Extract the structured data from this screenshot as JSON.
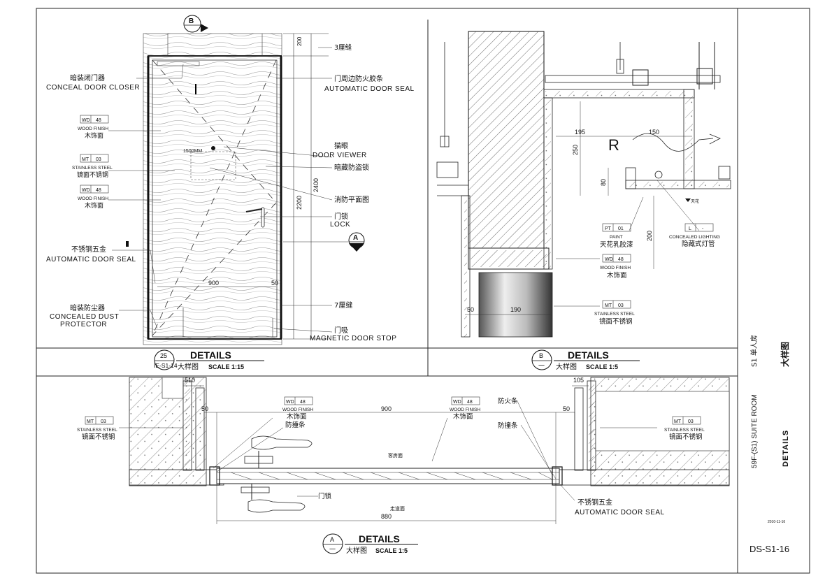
{
  "drawing_no": "DS-S1-16",
  "title_block": {
    "project": "S1 单人房",
    "sheet_cn": "大样图",
    "room": "59F-(S1) SUITE ROOM",
    "sheet_en": "DETAILS",
    "date": "2010-11-16"
  },
  "detail_25": {
    "bubble_num": "25",
    "bubble_ref": "IE-S1-14",
    "title": "DETAILS",
    "sub_cn": "大样图",
    "scale": "SCALE 1:15",
    "section_b": "B",
    "section_a": "A",
    "mark_label": "1500MM",
    "dims": {
      "top": "200",
      "height": "2400",
      "door_h": "2200",
      "width": "900",
      "side": "50"
    },
    "labels": [
      {
        "cn": "暗装闭门器",
        "en": "CONCEAL DOOR CLOSER"
      },
      {
        "cn": "门周边防火胶条",
        "en": "AUTOMATIC DOOR SEAL"
      },
      {
        "cn": "3厘缝",
        "en": ""
      },
      {
        "cn": "猫眼",
        "en": "DOOR VIEWER"
      },
      {
        "cn": "暗藏防盗锁",
        "en": ""
      },
      {
        "cn": "消防平面图",
        "en": ""
      },
      {
        "cn": "门锁",
        "en": "LOCK"
      },
      {
        "cn": "不锈钢五金",
        "en": "AUTOMATIC DOOR SEAL"
      },
      {
        "cn": "暗装防尘器",
        "en": "CONCEALED DUST",
        "en2": "PROTECTOR"
      },
      {
        "cn": "7厘缝",
        "en": ""
      },
      {
        "cn": "门吸",
        "en": "MAGNETIC DOOR STOP"
      }
    ],
    "tags": [
      {
        "code": "WD",
        "num": "48",
        "en": "WOOD FINISH",
        "cn": "木饰面"
      },
      {
        "code": "MT",
        "num": "03",
        "en": "STAINLESS STEEL",
        "cn": "镜面不锈钢"
      },
      {
        "code": "WD",
        "num": "48",
        "en": "WOOD FINISH",
        "cn": "木饰面"
      }
    ]
  },
  "detail_b": {
    "bubble_num": "B",
    "bubble_ref": "一",
    "title": "DETAILS",
    "sub_cn": "大样图",
    "scale": "SCALE 1:5",
    "r_label": "R",
    "ceiling_level": "天花",
    "dims": {
      "d195": "195",
      "d150": "150",
      "d250": "250",
      "d80": "80",
      "d200": "200",
      "d50": "50",
      "d190": "190"
    },
    "tags": [
      {
        "code": "PT",
        "num": "01",
        "en": "PAINT",
        "cn": "天花乳胶漆"
      },
      {
        "code": "L",
        "num": "-",
        "en": "CONCEALED LIGHTING",
        "cn": "隐藏式灯管"
      },
      {
        "code": "WD",
        "num": "48",
        "en": "WOOD FINISH",
        "cn": "木饰面"
      },
      {
        "code": "MT",
        "num": "03",
        "en": "STAINLESS STEEL",
        "cn": "镜面不锈钢"
      }
    ]
  },
  "detail_a": {
    "bubble_num": "A",
    "bubble_ref": "一",
    "title": "DETAILS",
    "sub_cn": "大样图",
    "scale": "SCALE 1:5",
    "dims": {
      "left": "510",
      "right": "105",
      "opening": "900",
      "side_l": "50",
      "side_r": "50",
      "bottom": "880"
    },
    "room_side": "客房面",
    "corridor_side": "走道面",
    "labels": [
      {
        "cn": "防撞条",
        "en": ""
      },
      {
        "cn": "防火条",
        "en": ""
      },
      {
        "cn": "防撞条",
        "en": ""
      },
      {
        "cn": "门锁",
        "en": ""
      },
      {
        "cn": "不锈钢五金",
        "en": "AUTOMATIC DOOR SEAL"
      }
    ],
    "tags": [
      {
        "code": "MT",
        "num": "03",
        "en": "STAINLESS STEEL",
        "cn": "镜面不锈钢"
      },
      {
        "code": "WD",
        "num": "48",
        "en": "WOOD FINISH",
        "cn": "木饰面"
      },
      {
        "code": "WD",
        "num": "48",
        "en": "WOOD FINISH",
        "cn": "木饰面"
      },
      {
        "code": "MT",
        "num": "03",
        "en": "STAINLESS STEEL",
        "cn": "镜面不锈钢"
      }
    ]
  }
}
